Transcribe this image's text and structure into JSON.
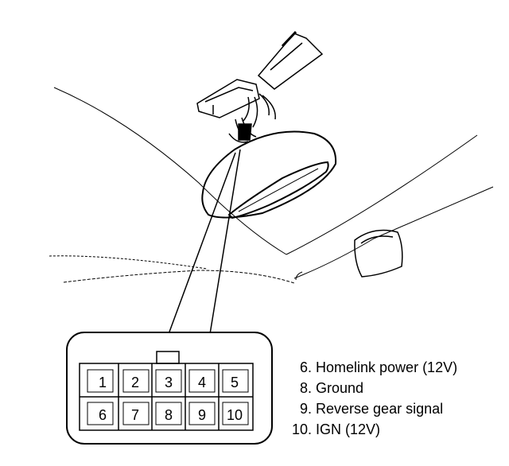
{
  "connector": {
    "pins_top": [
      "1",
      "2",
      "3",
      "4",
      "5"
    ],
    "pins_bottom": [
      "6",
      "7",
      "8",
      "9",
      "10"
    ]
  },
  "legend": [
    {
      "num": "6.",
      "label": "Homelink power (12V)"
    },
    {
      "num": "8.",
      "label": "Ground"
    },
    {
      "num": "9.",
      "label": "Reverse gear signal"
    },
    {
      "num": "10.",
      "label": "IGN (12V)"
    }
  ]
}
